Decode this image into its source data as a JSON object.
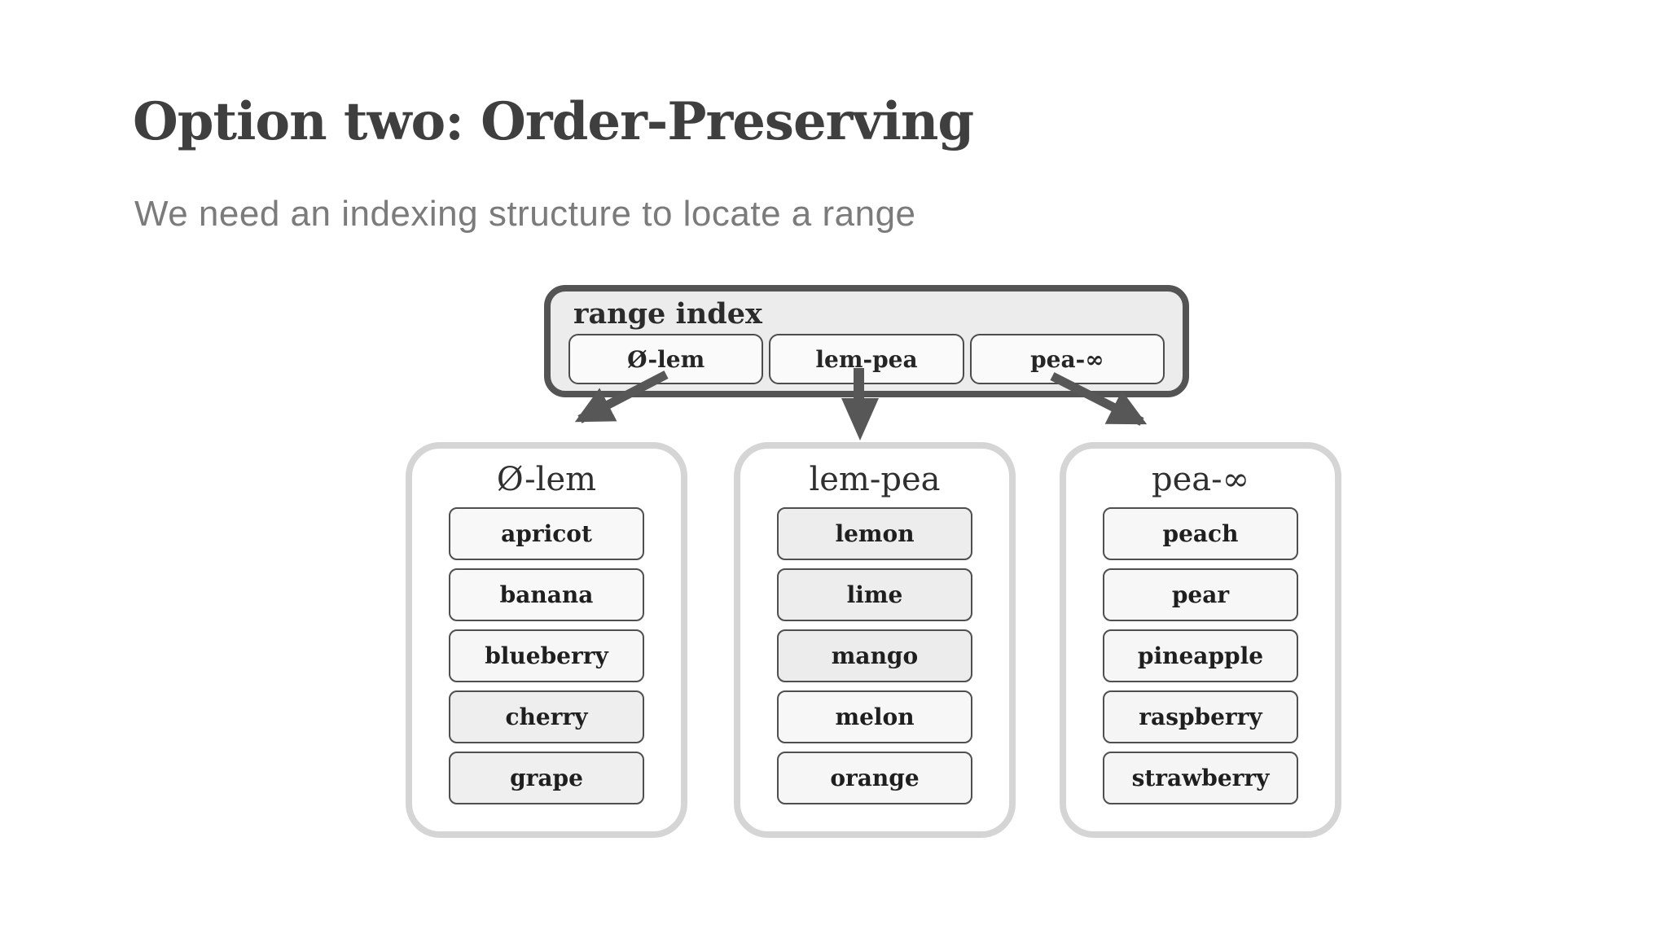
{
  "slide": {
    "title": "Option two: Order-Preserving",
    "subtitle": "We need an indexing structure to locate a range"
  },
  "colors": {
    "title_text": "#3f3f3f",
    "subtitle_text": "#7b7b7b",
    "index_border": "#545454",
    "index_bg": "#ececec",
    "index_cell_bg": "#fafafa",
    "index_cell_border": "#4c4c4c",
    "arrow": "#575757",
    "column_border": "#d5d5d5",
    "column_bg": "#ffffff",
    "item_border": "#4f4f4f",
    "item_text": "#1f1f1f",
    "header_text": "#2f2f2f",
    "index_label_text": "#2b2b2b"
  },
  "range_index": {
    "label": "range index",
    "cells": [
      {
        "label": "Ø-lem"
      },
      {
        "label": "lem-pea"
      },
      {
        "label": "pea-∞"
      }
    ]
  },
  "columns": [
    {
      "header": "Ø-lem",
      "items": [
        {
          "label": "apricot",
          "bg": "#f8f8f8"
        },
        {
          "label": "banana",
          "bg": "#f8f8f8"
        },
        {
          "label": "blueberry",
          "bg": "#f6f6f6"
        },
        {
          "label": "cherry",
          "bg": "#eeeeee"
        },
        {
          "label": "grape",
          "bg": "#efefef"
        }
      ]
    },
    {
      "header": "lem-pea",
      "items": [
        {
          "label": "lemon",
          "bg": "#ededed"
        },
        {
          "label": "lime",
          "bg": "#ededed"
        },
        {
          "label": "mango",
          "bg": "#ececec"
        },
        {
          "label": "melon",
          "bg": "#f7f7f7"
        },
        {
          "label": "orange",
          "bg": "#f6f6f6"
        }
      ]
    },
    {
      "header": "pea-∞",
      "items": [
        {
          "label": "peach",
          "bg": "#f7f7f7"
        },
        {
          "label": "pear",
          "bg": "#f7f7f7"
        },
        {
          "label": "pineapple",
          "bg": "#f6f6f6"
        },
        {
          "label": "raspberry",
          "bg": "#f5f5f5"
        },
        {
          "label": "strawberry",
          "bg": "#f5f5f5"
        }
      ]
    }
  ]
}
